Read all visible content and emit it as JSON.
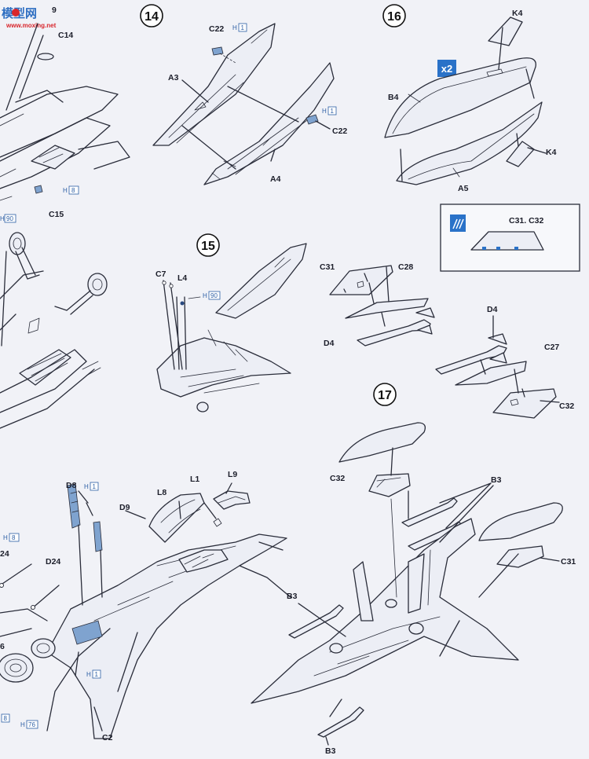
{
  "watermark": {
    "brand": "模型网",
    "domain": "www.moxing.net"
  },
  "steps": {
    "s14": "14",
    "s15": "15",
    "s16": "16",
    "s17": "17"
  },
  "multiplier": "x2",
  "labels": {
    "c14": "C14",
    "nine": "9",
    "c15": "C15",
    "h8": "8",
    "h90a": "90",
    "c22a": "C22",
    "h1a": "1",
    "a3": "A3",
    "a4": "A4",
    "c22b": "C22",
    "h1b": "1",
    "k4a": "K4",
    "b4": "B4",
    "a5": "A5",
    "k4b": "K4",
    "c31c32a": "C31. C32",
    "c7": "C7",
    "l4": "L4",
    "h90b": "90",
    "c31": "C31",
    "c28": "C28",
    "d4a": "D4",
    "d4b": "D4",
    "c27": "C27",
    "c32a": "C32",
    "d8": "D8",
    "h1c": "1",
    "d9": "D9",
    "l8": "L8",
    "l1": "L1",
    "l9": "L9",
    "h8b": "8",
    "n24": "24",
    "d24": "D24",
    "six": "6",
    "h1d": "1",
    "h76": "76",
    "h8c": "8",
    "c2": "C2",
    "c32b": "C32",
    "b3a": "B3",
    "c31b": "C31",
    "b3b": "B3",
    "b3c": "B3"
  },
  "hbox_letter": "H"
}
